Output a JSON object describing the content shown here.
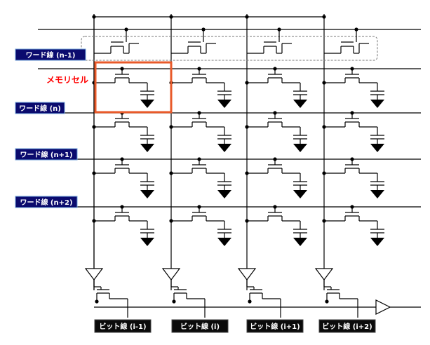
{
  "word_lines": [
    {
      "label": "ワード線 (n-1)"
    },
    {
      "label": "ワード線 (n)"
    },
    {
      "label": "ワード線 (n+1)"
    },
    {
      "label": "ワード線 (n+2)"
    }
  ],
  "bit_lines": [
    {
      "label": "ビット線 (i-1)"
    },
    {
      "label": "ビット線 (i)"
    },
    {
      "label": "ビット線 (i+1)"
    },
    {
      "label": "ビット線 (i+2)"
    }
  ],
  "memory_cell_label": "メモリセル",
  "colors": {
    "label_bg": "#0b0b6e",
    "label_border": "#6fa0d8",
    "highlight": "#e85a2a",
    "memory_cell_text": "#ff0000",
    "line": "#000000",
    "dashed": "#777777"
  }
}
